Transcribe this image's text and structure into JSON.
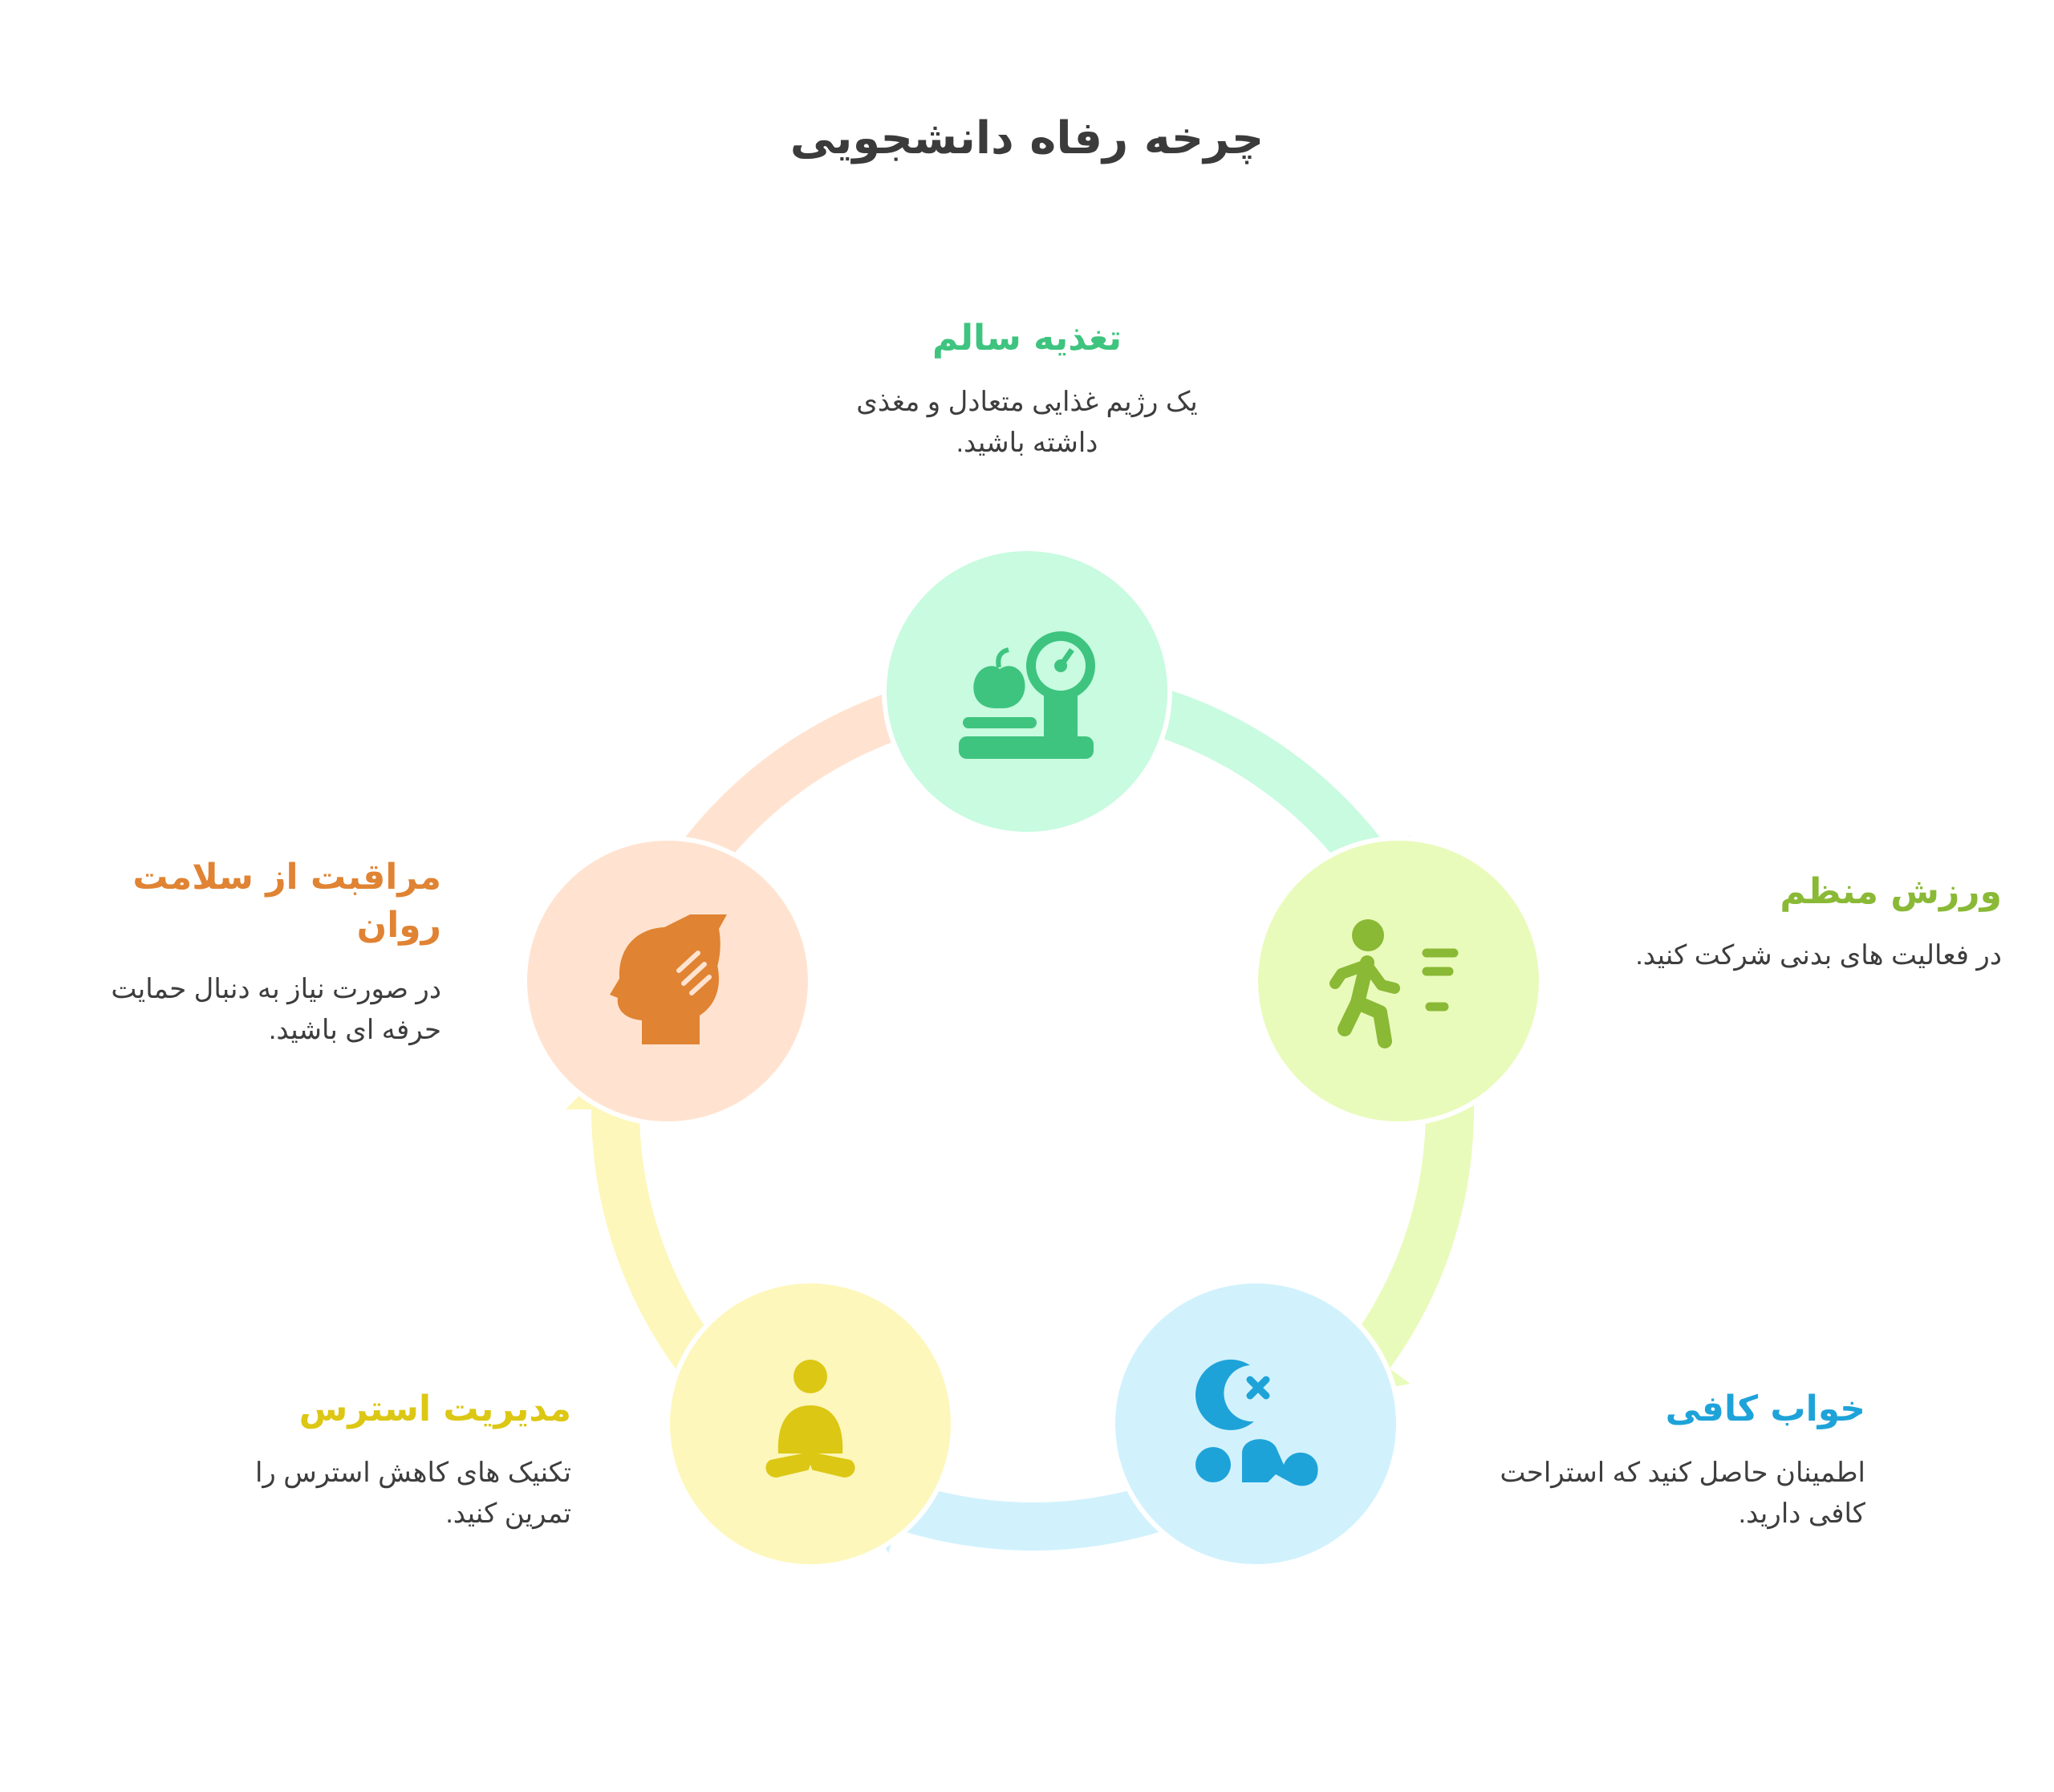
{
  "title": "چرخه رفاه دانشجویی",
  "stages": [
    {
      "key": "nutrition",
      "heading": "تغذیه سالم",
      "description": "یک رژیم غذایی متعادل و مغذی داشته باشید.",
      "color": "#3ec47f",
      "fill": "#c8fbe0",
      "icon": "scale-apple-icon"
    },
    {
      "key": "exercise",
      "heading": "ورزش منظم",
      "description": "در فعالیت های بدنی شرکت کنید.",
      "color": "#8ab936",
      "fill": "#e9fbbb",
      "icon": "running-person-icon"
    },
    {
      "key": "sleep",
      "heading": "خواب کافی",
      "description": "اطمینان حاصل کنید که استراحت کافی دارید.",
      "color": "#1ea3d9",
      "fill": "#d1f2fd",
      "icon": "sleeping-person-icon"
    },
    {
      "key": "stress",
      "heading": "مدیریت استرس",
      "description": "تکنیک های کاهش استرس را تمرین کنید.",
      "color": "#dcc714",
      "fill": "#fdf7bb",
      "icon": "meditation-icon"
    },
    {
      "key": "mental",
      "heading": "مراقبت از سلامت روان",
      "description": "در صورت نیاز به دنبال حمایت حرفه ای باشید.",
      "color": "#e08333",
      "fill": "#ffe3d0",
      "icon": "hand-on-head-icon"
    }
  ]
}
